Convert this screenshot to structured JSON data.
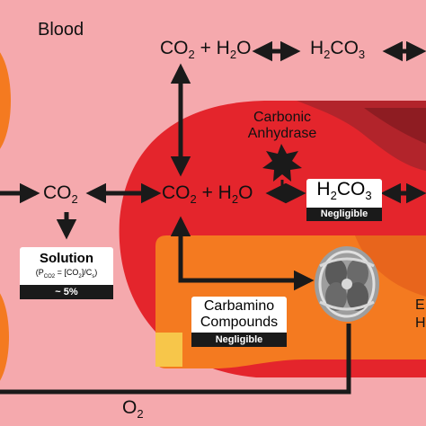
{
  "labels": {
    "blood": "Blood",
    "carbonic_anhydrase_line1": "Carbonic",
    "carbonic_anhydrase_line2": "Anhydrase",
    "o2": "O",
    "o2_sub": "2",
    "partial_right": "E",
    "partial_right2": "H"
  },
  "eq_top": {
    "co2": "CO",
    "co2_sub": "2",
    "plus": " + H",
    "h2o_sub": "2",
    "o": "O",
    "h2co3_h": "H",
    "h2co3_sub": "2",
    "h2co3_co": "CO",
    "h2co3_sub2": "3"
  },
  "eq_left": {
    "co2": "CO",
    "co2_sub": "2"
  },
  "eq_mid": {
    "co2": "CO",
    "co2_sub": "2",
    "plus": " + H",
    "h2o_sub": "2",
    "o": "O",
    "h2co3_h": "H",
    "h2co3_sub": "2",
    "h2co3_co": "CO",
    "h2co3_sub2": "3",
    "negligible": "Negligible"
  },
  "solution": {
    "title": "Solution",
    "formula_p": "(P",
    "formula_sub": "CO2",
    "formula_rest": " = [CO",
    "formula_sub2": "2",
    "formula_rest2": "]/C",
    "formula_sub3": "s",
    "formula_end": ")",
    "percent": "~ 5%"
  },
  "carbamino": {
    "line1": "Carbamino",
    "line2": "Compounds",
    "negligible": "Negligible"
  },
  "colors": {
    "background": "#f5a9ad",
    "red_cell": "#e4252c",
    "orange_region": "#f47a20",
    "dark_red": "#b2242b",
    "yellow": "#f7c64a"
  }
}
